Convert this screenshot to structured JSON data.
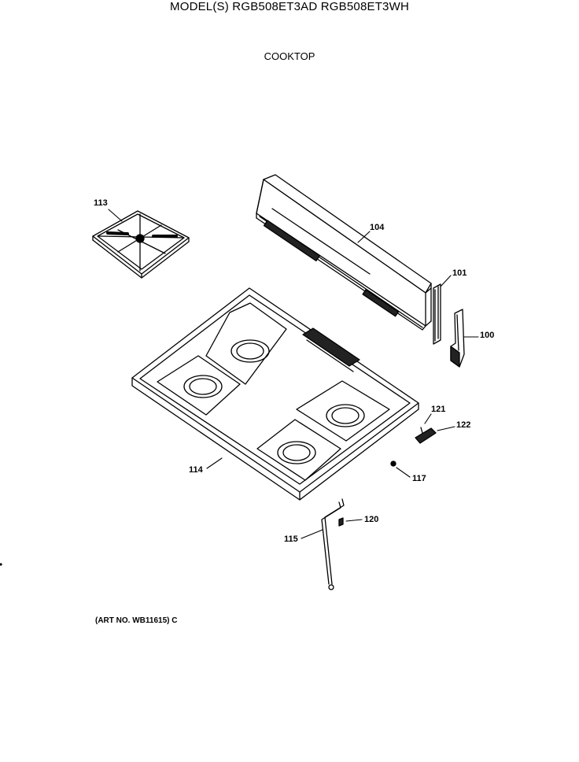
{
  "header": {
    "title": "MODEL(S) RGB508ET3AD  RGB508ET3WH",
    "subtitle": "COOKTOP"
  },
  "parts": [
    {
      "id": "p113",
      "label": "113"
    },
    {
      "id": "p104",
      "label": "104"
    },
    {
      "id": "p101",
      "label": "101"
    },
    {
      "id": "p100",
      "label": "100"
    },
    {
      "id": "p121",
      "label": "121"
    },
    {
      "id": "p122",
      "label": "122"
    },
    {
      "id": "p114",
      "label": "114"
    },
    {
      "id": "p117",
      "label": "117"
    },
    {
      "id": "p120",
      "label": "120"
    },
    {
      "id": "p115",
      "label": "115"
    }
  ],
  "footer": {
    "art_number": "(ART NO. WB11615) C"
  }
}
